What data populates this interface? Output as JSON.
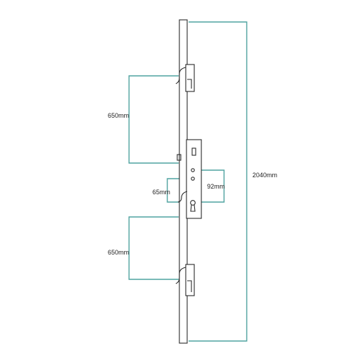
{
  "dimensions": {
    "top_spacing": "650mm",
    "bottom_spacing": "650mm",
    "overall_length": "2040mm",
    "centre_to_centre": "92mm",
    "backset": "65mm"
  },
  "colors": {
    "dimension_line": "#4fa3a0",
    "outline": "#2a2a2a",
    "label_text": "#222222",
    "background": "#ffffff"
  }
}
